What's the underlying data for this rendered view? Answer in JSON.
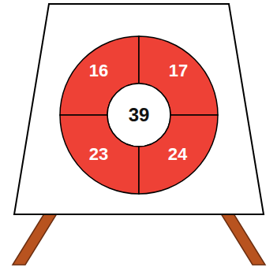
{
  "diagram": {
    "nodes": [
      {
        "text": [
          "16"
        ]
      },
      {
        "text": [
          "17"
        ]
      },
      {
        "text": [
          "39"
        ]
      },
      {
        "text": [
          "23"
        ]
      },
      {
        "text": [
          "24"
        ]
      }
    ]
  }
}
